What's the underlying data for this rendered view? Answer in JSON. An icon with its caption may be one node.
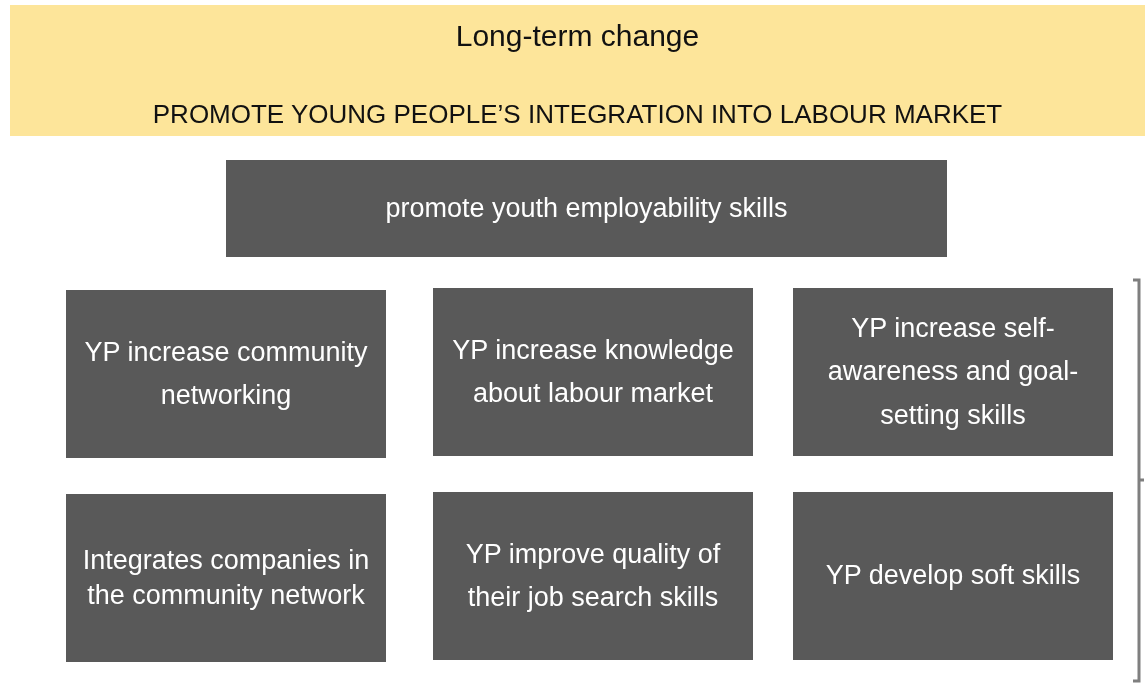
{
  "diagram": {
    "nodes": [
      {
        "text": [
          "Long-term change",
          "PROMOTE YOUNG PEOPLE’S INTEGRATION INTO LABOUR MARKET"
        ]
      },
      {
        "text": [
          "promote youth employability skills"
        ]
      },
      {
        "text": [
          "YP increase community networking"
        ]
      },
      {
        "text": [
          "YP increase knowledge about labour market"
        ]
      },
      {
        "text": [
          "YP increase self-awareness and goal-setting skills"
        ]
      },
      {
        "text": [
          "Integrates companies in the community network"
        ]
      },
      {
        "text": [
          "YP improve quality of their job search skills"
        ]
      },
      {
        "text": [
          "YP develop soft skills"
        ]
      }
    ]
  }
}
